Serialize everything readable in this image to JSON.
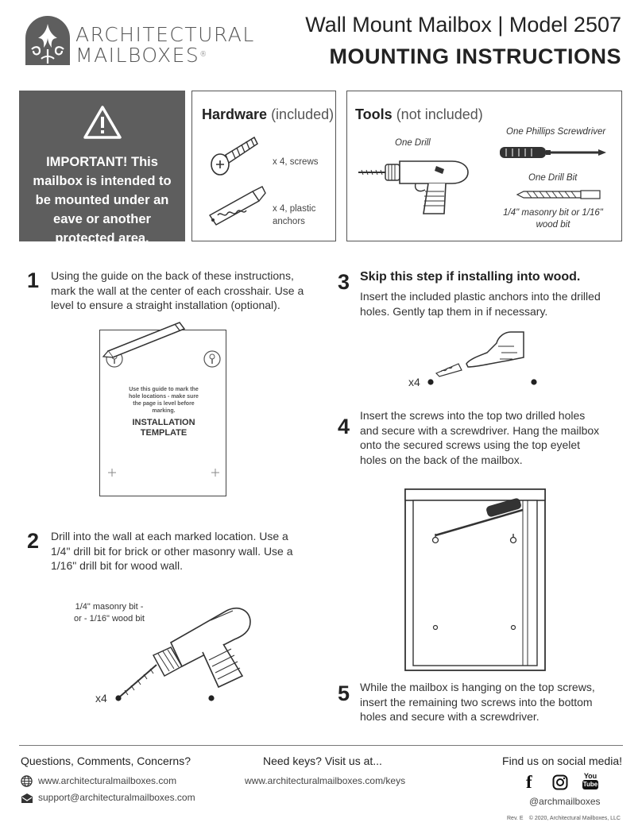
{
  "brand": {
    "line1": "ARCHITECTURAL",
    "line2": "MAILBOXES",
    "reg": "®"
  },
  "header": {
    "title": "Wall Mount Mailbox | Model 2507",
    "subtitle": "MOUNTING INSTRUCTIONS"
  },
  "important": {
    "text": "IMPORTANT!  This mailbox is intended to be mounted under an eave or another protected area."
  },
  "hardware": {
    "title": "Hardware",
    "title_note": "(included)",
    "screws": "x 4, screws",
    "anchors": "x 4, plastic anchors"
  },
  "tools": {
    "title": "Tools",
    "title_note": "(not included)",
    "drill": "One Drill",
    "screwdriver": "One Phillips Screwdriver",
    "drill_bit": "One Drill Bit",
    "bit_size": "1/4\" masonry bit or 1/16\" wood bit"
  },
  "steps": {
    "s1": {
      "num": "1",
      "text": "Using the guide on the back of these instructions, mark the wall at the center of each crosshair. Use a level to ensure a straight installation (optional)."
    },
    "template": {
      "note": "Use this guide to mark the hole locations - make sure the page is level before marking.",
      "title": "INSTALLATION TEMPLATE"
    },
    "s2": {
      "num": "2",
      "text": "Drill into the wall at each marked location. Use a 1/4\" drill bit for brick or other masonry wall. Use a 1/16\" drill bit for wood wall.",
      "bit_label": "1/4\" masonry bit - or - 1/16\" wood bit",
      "qty": "x4"
    },
    "s3": {
      "num": "3",
      "heading": "Skip this step if installing into wood.",
      "text": "Insert the included plastic anchors into the drilled holes. Gently tap them in if necessary.",
      "qty": "x4"
    },
    "s4": {
      "num": "4",
      "text": "Insert the screws into the top two drilled holes and secure with a screwdriver. Hang the mailbox onto the secured screws using the top eyelet holes on the back of the mailbox."
    },
    "s5": {
      "num": "5",
      "text": "While the mailbox is hanging on the top screws, insert the remaining two screws into the bottom holes and secure with a screwdriver."
    }
  },
  "footer": {
    "questions": "Questions, Comments, Concerns?",
    "website": "www.architecturalmailboxes.com",
    "email": "support@architecturalmailboxes.com",
    "keys_heading": "Need keys? Visit us at...",
    "keys_url": "www.architecturalmailboxes.com/keys",
    "social_heading": "Find us on social media!",
    "handle": "@archmailboxes",
    "youtube_top": "You",
    "youtube_bottom": "Tube",
    "rev": "Rev. E",
    "copyright": "© 2020, Architectural Mailboxes, LLC"
  },
  "colors": {
    "panel": "#5e5e5e",
    "text": "#222222",
    "border": "#555555"
  }
}
